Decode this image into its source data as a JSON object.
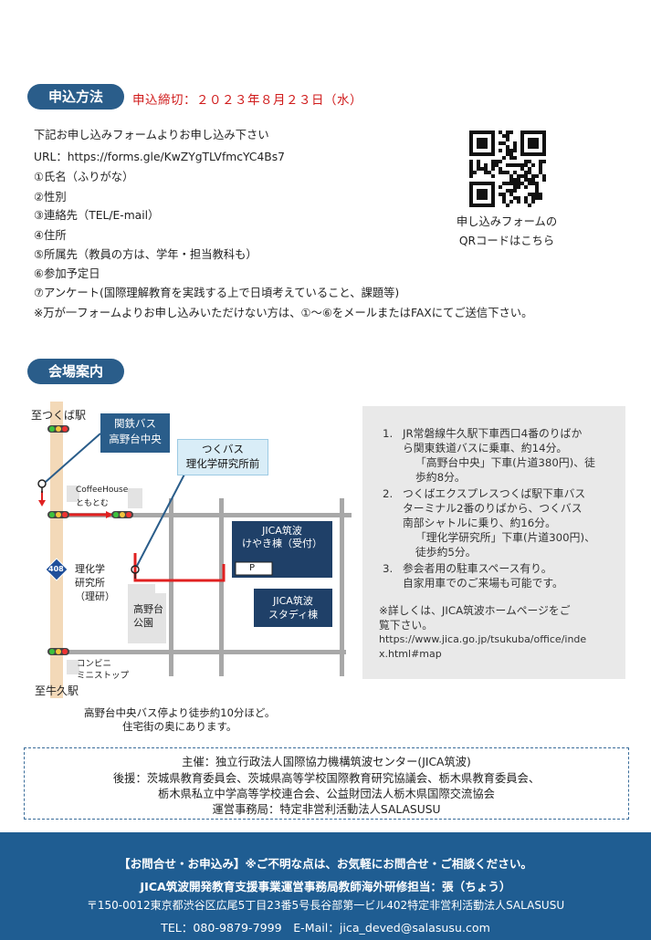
{
  "application": {
    "heading": "申込方法",
    "deadline": "申込締切：２０２３年８月２３日（水）",
    "lines": [
      "下記お申し込みフォームよりお申し込み下さい",
      "URL：https://forms.gle/KwZYgTLVfmcYC4Bs7",
      "①氏名（ふりがな）",
      "②性別",
      "③連絡先（TEL/E-mail）",
      "④住所",
      "⑤所属先（教員の方は、学年・担当教科も）",
      "⑥参加予定日",
      "⑦アンケート(国際理解教育を実践する上で日頃考えていること、課題等)",
      "※万が一フォームよりお申し込みいただけない方は、①～⑥をメールまたはFAXにてご送信下さい。"
    ],
    "qr_caption": [
      "申し込みフォームの",
      "QRコードはこちら"
    ]
  },
  "venue": {
    "heading": "会場案内",
    "map": {
      "to_tsukuba": "至つくば駅",
      "to_ushiku": "至牛久駅",
      "bus_kantetsu": [
        "関鉄バス",
        "高野台中央"
      ],
      "bus_tsukuba": [
        "つくバス",
        "理化学研究所前"
      ],
      "coffee": [
        "CoffeeHouse",
        "ともとむ"
      ],
      "route": "408",
      "riken": [
        "理化学",
        "研究所",
        "（理研）"
      ],
      "park": [
        "高野台",
        "公園"
      ],
      "jica_keyaki": [
        "JICA筑波",
        "けやき棟（受付）"
      ],
      "parking": "P",
      "jica_study": [
        "JICA筑波",
        "スタディ棟"
      ],
      "conbini": [
        "コンビニ",
        "ミニストップ"
      ],
      "note": [
        "高野台中央バス停より徒歩約10分ほど。",
        "住宅街の奥にあります。"
      ]
    },
    "access": {
      "items": [
        {
          "num": "1.",
          "lines": [
            "JR常磐線牛久駅下車西口4番のりばか",
            "ら関東鉄道バスに乗車、約14分。",
            "「高野台中央」下車(片道380円)、徒",
            "歩約8分。"
          ]
        },
        {
          "num": "2.",
          "lines": [
            "つくばエクスプレスつくば駅下車バス",
            "ターミナル2番のりばから、つくバス",
            "南部シャトルに乗り、約16分。",
            "「理化学研究所」下車(片道300円)、",
            "徒歩約5分。"
          ]
        },
        {
          "num": "3.",
          "lines": [
            "参会者用の駐車スペース有り。",
            "自家用車でのご来場も可能です。"
          ]
        }
      ],
      "detail": [
        "※詳しくは、JICA筑波ホームページをご",
        "覧下さい。",
        "https://www.jica.go.jp/tsukuba/office/inde",
        "x.html#map"
      ]
    }
  },
  "organizers": [
    "主催：独立行政法人国際協力機構筑波センター(JICA筑波)",
    "後援：茨城県教育委員会、茨城県高等学校国際教育研究協議会、栃木県教育委員会、",
    "栃木県私立中学高等学校連合会、公益財団法人栃木県国際交流協会",
    "運営事務局：特定非営利活動法人SALASUSU"
  ],
  "footer": [
    "【お問合せ・お申込み】※ご不明な点は、お気軽にお問合せ・ご相談ください。",
    "JICA筑波開発教育支援事業運営事務局教師海外研修担当：張（ちょう）",
    "〒150-0012東京都渋谷区広尾5丁目23番5号長谷部第一ビル402特定非営利活動法人SALASUSU",
    "TEL：080-9879-7999　E-Mail：jica_deved@salasusu.com"
  ],
  "colors": {
    "accent": "#2a5d8a",
    "deadline": "#d01b1b",
    "route": "#e02020",
    "footer": "#1f5d92"
  }
}
